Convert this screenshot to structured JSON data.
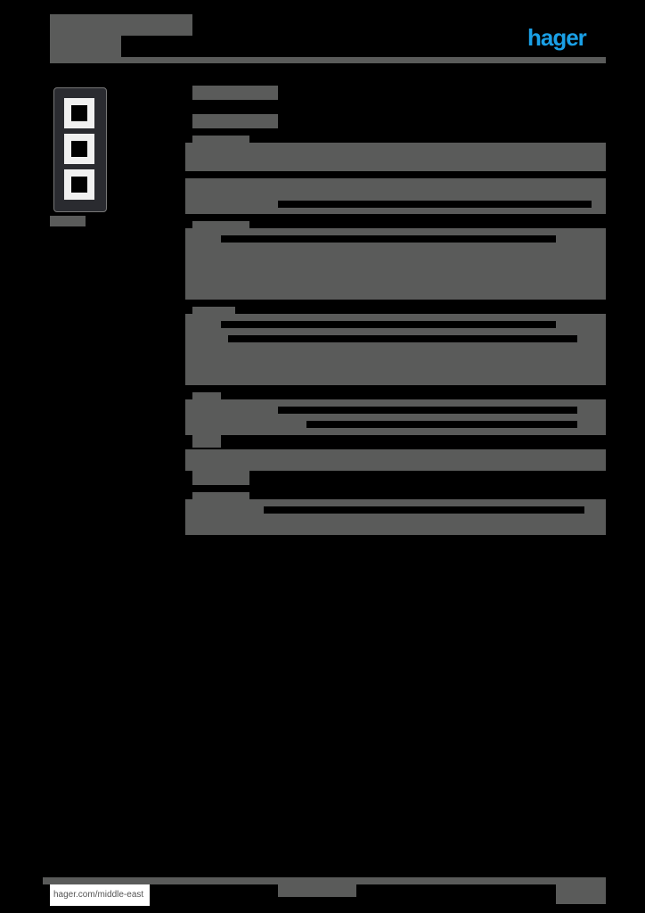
{
  "header": {
    "brand_logo": "hager",
    "brand_color": "#1aa0e6",
    "title_masked": true
  },
  "product": {
    "image": "triple-frame-icon",
    "caption_masked": true
  },
  "content": {
    "text_color": "#5a5b5a",
    "sections": [
      {
        "heading_masked": true,
        "rows": 2
      },
      {
        "heading_masked": true,
        "rows": 1
      },
      {
        "heading_masked": true,
        "rows": 1
      },
      {
        "heading_masked": true,
        "rows": 2
      },
      {
        "heading_masked": true,
        "rows": 1
      },
      {
        "heading_masked": true,
        "rows": 1
      }
    ]
  },
  "footer": {
    "url": "hager.com/middle-east"
  }
}
